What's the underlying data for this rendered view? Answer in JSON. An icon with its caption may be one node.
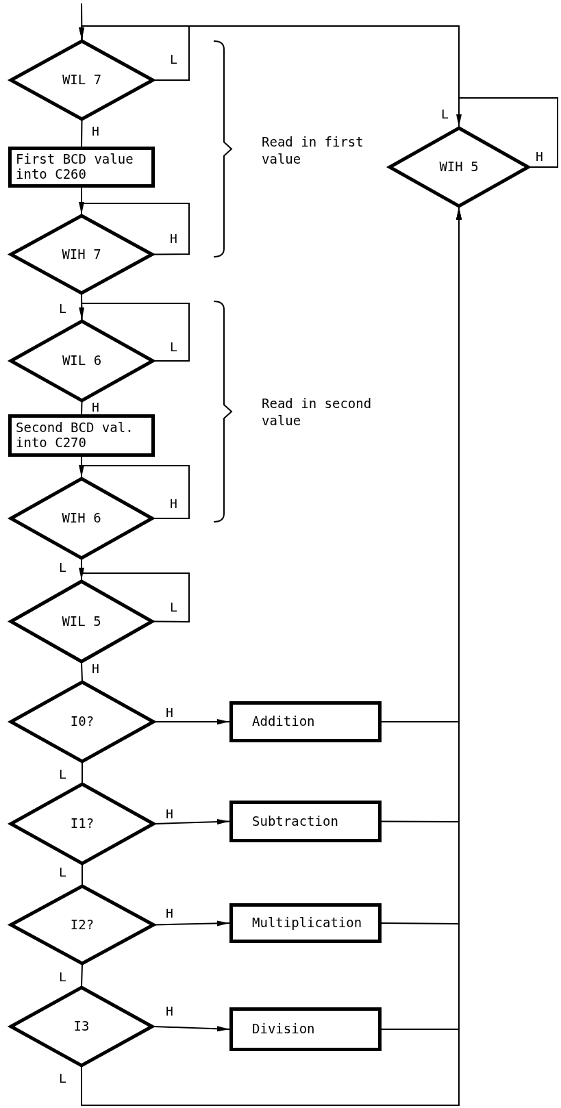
{
  "diagram": {
    "nodes": [
      {
        "text": [
          "WIL 7"
        ]
      },
      {
        "text": [
          "First BCD value into C260"
        ]
      },
      {
        "text": [
          "WIH 7"
        ]
      },
      {
        "text": [
          "WIL 6"
        ]
      },
      {
        "text": [
          "Second BCD val. into C270"
        ]
      },
      {
        "text": [
          "WIH 6"
        ]
      },
      {
        "text": [
          "WIL 5"
        ]
      },
      {
        "text": [
          "I0?"
        ]
      },
      {
        "text": [
          "Addition"
        ]
      },
      {
        "text": [
          "I1?"
        ]
      },
      {
        "text": [
          "Subtraction"
        ]
      },
      {
        "text": [
          "I2?"
        ]
      },
      {
        "text": [
          "Multiplication"
        ]
      },
      {
        "text": [
          "I3"
        ]
      },
      {
        "text": [
          "Division"
        ]
      },
      {
        "text": [
          "WIH 5"
        ]
      }
    ],
    "edges": [
      {
        "from": null,
        "to": 0,
        "arrow": "none"
      },
      {
        "from": 0,
        "to": 0,
        "label": "L",
        "arrow": "to"
      },
      {
        "from": 0,
        "to": 1,
        "label": "H",
        "arrow": "none"
      },
      {
        "from": 1,
        "to": 2,
        "arrow": "none"
      },
      {
        "from": 2,
        "to": 2,
        "label": "H",
        "arrow": "to"
      },
      {
        "from": 2,
        "to": 3,
        "label": "L",
        "arrow": "none"
      },
      {
        "from": 3,
        "to": 3,
        "label": "L",
        "arrow": "to"
      },
      {
        "from": 3,
        "to": 4,
        "label": "H",
        "arrow": "none"
      },
      {
        "from": 4,
        "to": 5,
        "arrow": "none"
      },
      {
        "from": 5,
        "to": 5,
        "label": "H",
        "arrow": "to"
      },
      {
        "from": 5,
        "to": 6,
        "label": "L",
        "arrow": "none"
      },
      {
        "from": 6,
        "to": 6,
        "label": "L",
        "arrow": "to"
      },
      {
        "from": 6,
        "to": 7,
        "label": "H",
        "arrow": "none"
      },
      {
        "from": 7,
        "to": 8,
        "label": "H",
        "arrow": "to"
      },
      {
        "from": 7,
        "to": 9,
        "label": "L",
        "arrow": "none"
      },
      {
        "from": 9,
        "to": 10,
        "label": "H",
        "arrow": "to"
      },
      {
        "from": 9,
        "to": 11,
        "label": "L",
        "arrow": "none"
      },
      {
        "from": 11,
        "to": 12,
        "label": "H",
        "arrow": "to"
      },
      {
        "from": 11,
        "to": 13,
        "label": "L",
        "arrow": "none"
      },
      {
        "from": 13,
        "to": 14,
        "label": "H",
        "arrow": "to"
      },
      {
        "from": 13,
        "to": 15,
        "label": "L",
        "arrow": "none"
      },
      {
        "from": 8,
        "to": 15,
        "arrow": "to"
      },
      {
        "from": 10,
        "to": 15,
        "arrow": "to"
      },
      {
        "from": 12,
        "to": 15,
        "arrow": "to"
      },
      {
        "from": 14,
        "to": 15,
        "arrow": "to"
      },
      {
        "from": 15,
        "to": 15,
        "label": "H",
        "arrow": "to"
      },
      {
        "from": 15,
        "to": 0,
        "label": "L",
        "arrow": "to"
      }
    ],
    "labels": [
      "Read in first value",
      "Read in second value"
    ]
  }
}
